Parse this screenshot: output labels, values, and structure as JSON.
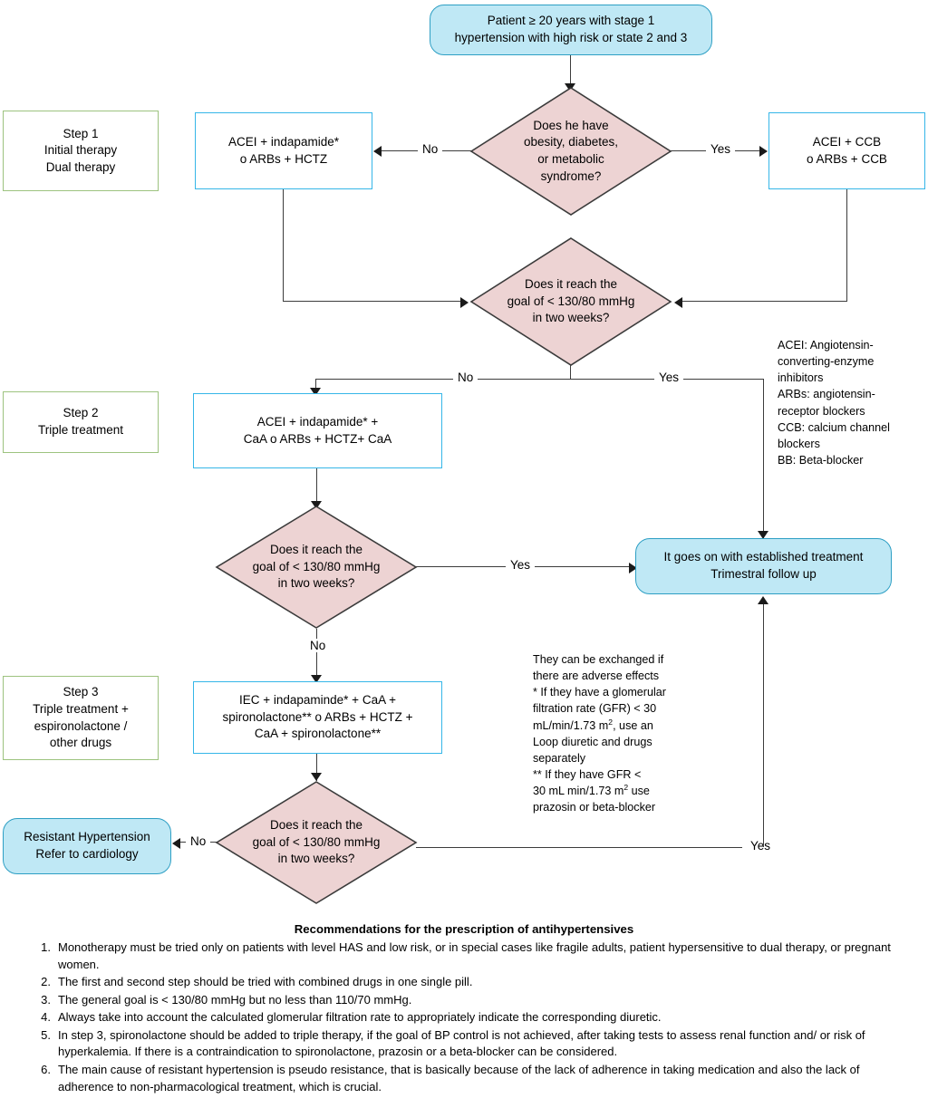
{
  "title": "Hypertension treatment algorithm flowchart",
  "nodes": {
    "start": {
      "line1": "Patient ≥ 20 years with  stage 1",
      "line2": "hypertension with high risk or state 2 and 3"
    },
    "step1_label": {
      "line1": "Step 1",
      "line2": "Initial therapy",
      "line3": "Dual therapy"
    },
    "step1_left_box": {
      "line1": "ACEI + indapamide*",
      "line2": "o ARBs + HCTZ"
    },
    "step1_right_box": {
      "line1": "ACEI + CCB",
      "line2": "o ARBs + CCB"
    },
    "decision1": {
      "line1": "Does he have",
      "line2": "obesity, diabetes,",
      "line3": "or metabolic",
      "line4": "syndrome?"
    },
    "decision2": {
      "line1": "Does it reach the",
      "line2": "goal of < 130/80 mmHg",
      "line3": "in two weeks?"
    },
    "step2_label": {
      "line1": "Step 2",
      "line2": "Triple treatment"
    },
    "step2_box": {
      "line1": "ACEI + indapamide* +",
      "line2": "CaA o ARBs + HCTZ+ CaA"
    },
    "decision3": {
      "line1": "Does it reach the",
      "line2": "goal of < 130/80 mmHg",
      "line3": "in two weeks?"
    },
    "established": {
      "line1": "It goes on with established treatment",
      "line2": "Trimestral follow up"
    },
    "step3_label": {
      "line1": "Step 3",
      "line2": "Triple treatment +",
      "line3": "espironolactone /",
      "line4": "other drugs"
    },
    "step3_box": {
      "line1": "IEC + indapaminde* + CaA +",
      "line2": "spironolactone** o ARBs + HCTZ +",
      "line3": "CaA + spironolactone**"
    },
    "decision4": {
      "line1": "Does it reach the",
      "line2": "goal of < 130/80 mmHg",
      "line3": "in two weeks?"
    },
    "resistant": {
      "line1": "Resistant Hypertension",
      "line2": "Refer to cardiology"
    }
  },
  "edge_labels": {
    "d1_no": "No",
    "d1_yes": "Yes",
    "d2_no": "No",
    "d2_yes": "Yes",
    "d3_yes": "Yes",
    "d3_no": "No",
    "d4_no": "No",
    "d4_yes": "Yes"
  },
  "abbreviations": {
    "line1": "ACEI: Angiotensin-",
    "line2": "converting-enzyme",
    "line3": "inhibitors",
    "line4": "ARBs: angiotensin-",
    "line5": "receptor blockers",
    "line6": "CCB: calcium channel",
    "line7": "blockers",
    "line8": "BB: Beta-blocker"
  },
  "footnotes": {
    "line1": "They can be exchanged if",
    "line2": "there are adverse effects",
    "line3": "* If they have a glomerular",
    "line4": "filtration rate (GFR) < 30",
    "line5a": "mL/min/1.73 m",
    "line5sup": "2",
    "line5b": ", use an",
    "line6": "Loop diuretic and drugs",
    "line7": "separately",
    "line8": "** If they have GFR <",
    "line9a": "30 mL min/1.73 m",
    "line9sup": "2",
    "line9b": " use",
    "line10": "prazosin or beta-blocker"
  },
  "recommendations": {
    "title": "Recommendations for the prescription of antihypertensives",
    "items": [
      {
        "num": "1.",
        "text": "Monotherapy must be tried only on patients with level HAS and low risk, or in special cases like fragile adults, patient hypersensitive to dual therapy, or pregnant women."
      },
      {
        "num": "2.",
        "text": "The first and second step should be tried with combined drugs in one single pill."
      },
      {
        "num": "3.",
        "text": "The general goal is  < 130/80 mmHg but no less than  110/70 mmHg."
      },
      {
        "num": "4.",
        "text": "Always take into account the calculated glomerular filtration rate to appropriately indicate the corresponding diuretic."
      },
      {
        "num": "5.",
        "text": "In step 3, spironolactone should be added to triple therapy, if the goal of BP control is not achieved, after taking tests to assess renal function and/ or risk of hyperkalemia. If there is a contraindication to spironolactone, prazosin or a beta-blocker can be considered."
      },
      {
        "num": "6.",
        "text": "The main cause of  resistant hypertension is  pseudo resistance, that is basically because of the lack of adherence in taking medication and also the lack of adherence to non-pharmacological treatment, which is crucial."
      }
    ]
  },
  "colors": {
    "terminator_fill": "#bfe8f5",
    "terminator_border": "#2e9fc4",
    "process_border": "#35b6e8",
    "step_border": "#9dc37f",
    "decision_fill": "#edd3d3",
    "decision_border": "#3b3b3b",
    "connector": "#3c3c3c"
  }
}
